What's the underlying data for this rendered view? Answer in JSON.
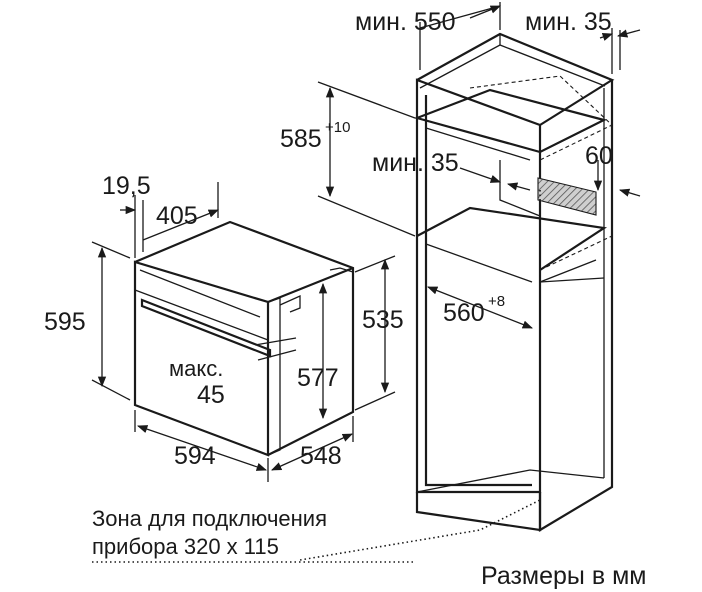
{
  "labels": {
    "min550": "мин. 550",
    "min35_top": "мин. 35",
    "d585": "585",
    "d585_sup": "+10",
    "min35_mid": "мин. 35",
    "d60": "60",
    "d560": "560",
    "d560_sup": "+8",
    "d19_5": "19,5",
    "d405": "405",
    "d595": "595",
    "d535": "535",
    "max_label": "макс.",
    "max_value": "45",
    "d577": "577",
    "d594": "594",
    "d548": "548",
    "zone_line1": "Зона для подключения",
    "zone_line2": "прибора 320 x 115",
    "units": "Размеры в мм"
  },
  "colors": {
    "ink": "#1a1a1a",
    "hatch": "#555555",
    "background": "#ffffff"
  }
}
